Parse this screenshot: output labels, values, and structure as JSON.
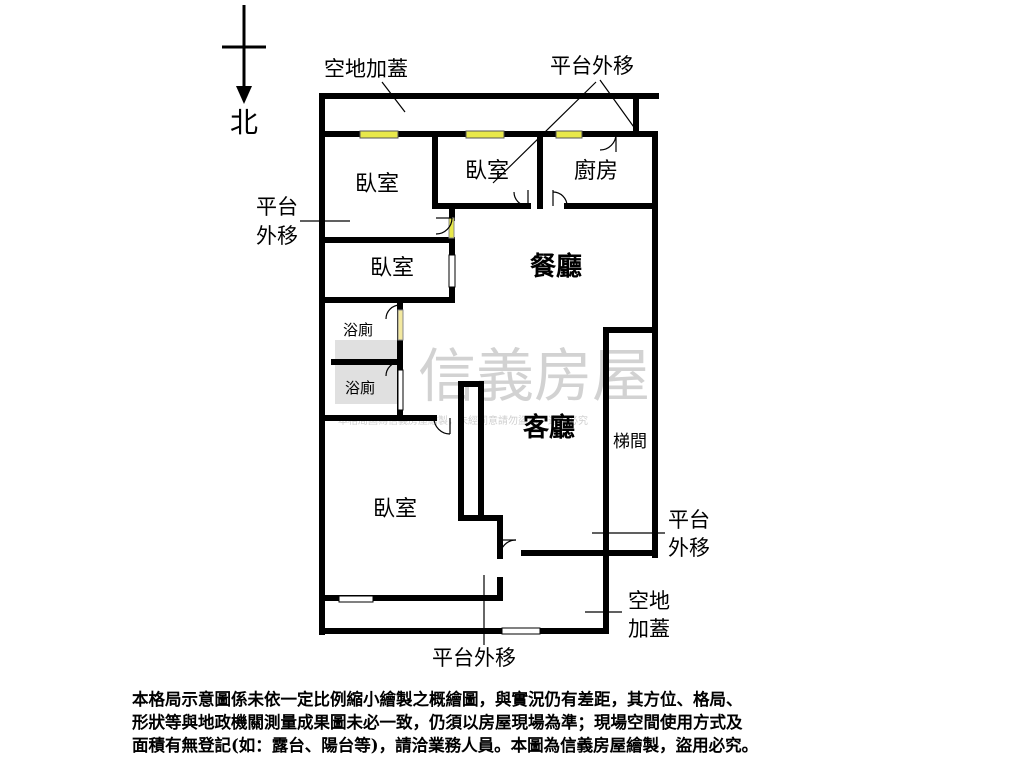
{
  "compass": {
    "label": "北"
  },
  "rooms": {
    "bedroom_nw": "臥室",
    "bedroom_n": "臥室",
    "kitchen": "廚房",
    "bedroom_w": "臥室",
    "dining": "餐廳",
    "bath_1": "浴廁",
    "bath_2": "浴廁",
    "living": "客廳",
    "stairs": "梯間",
    "bedroom_sw": "臥室"
  },
  "callouts": {
    "top_left": "空地加蓋",
    "top_right": "平台外移",
    "left_line1": "平台",
    "left_line2": "外移",
    "right_line1": "平台",
    "right_line2": "外移",
    "bottom_right_line1": "空地",
    "bottom_right_line2": "加蓋",
    "bottom": "平台外移"
  },
  "watermark": {
    "brand": "信義房屋",
    "sub": "本格局圖為信義房屋繪製，未經同意請勿盜用，違者必究"
  },
  "disclaimer": {
    "line1": "本格局示意圖係未依一定比例縮小繪製之概繪圖，與實況仍有差距，其方位、格局、",
    "line2": "形狀等與地政機關測量成果圖未必一致，仍須以房屋現場為準；現場空間使用方式及",
    "line3": "面積有無登記(如：露台、陽台等)，請洽業務人員。本圖為信義房屋繪製，盜用必究。"
  }
}
